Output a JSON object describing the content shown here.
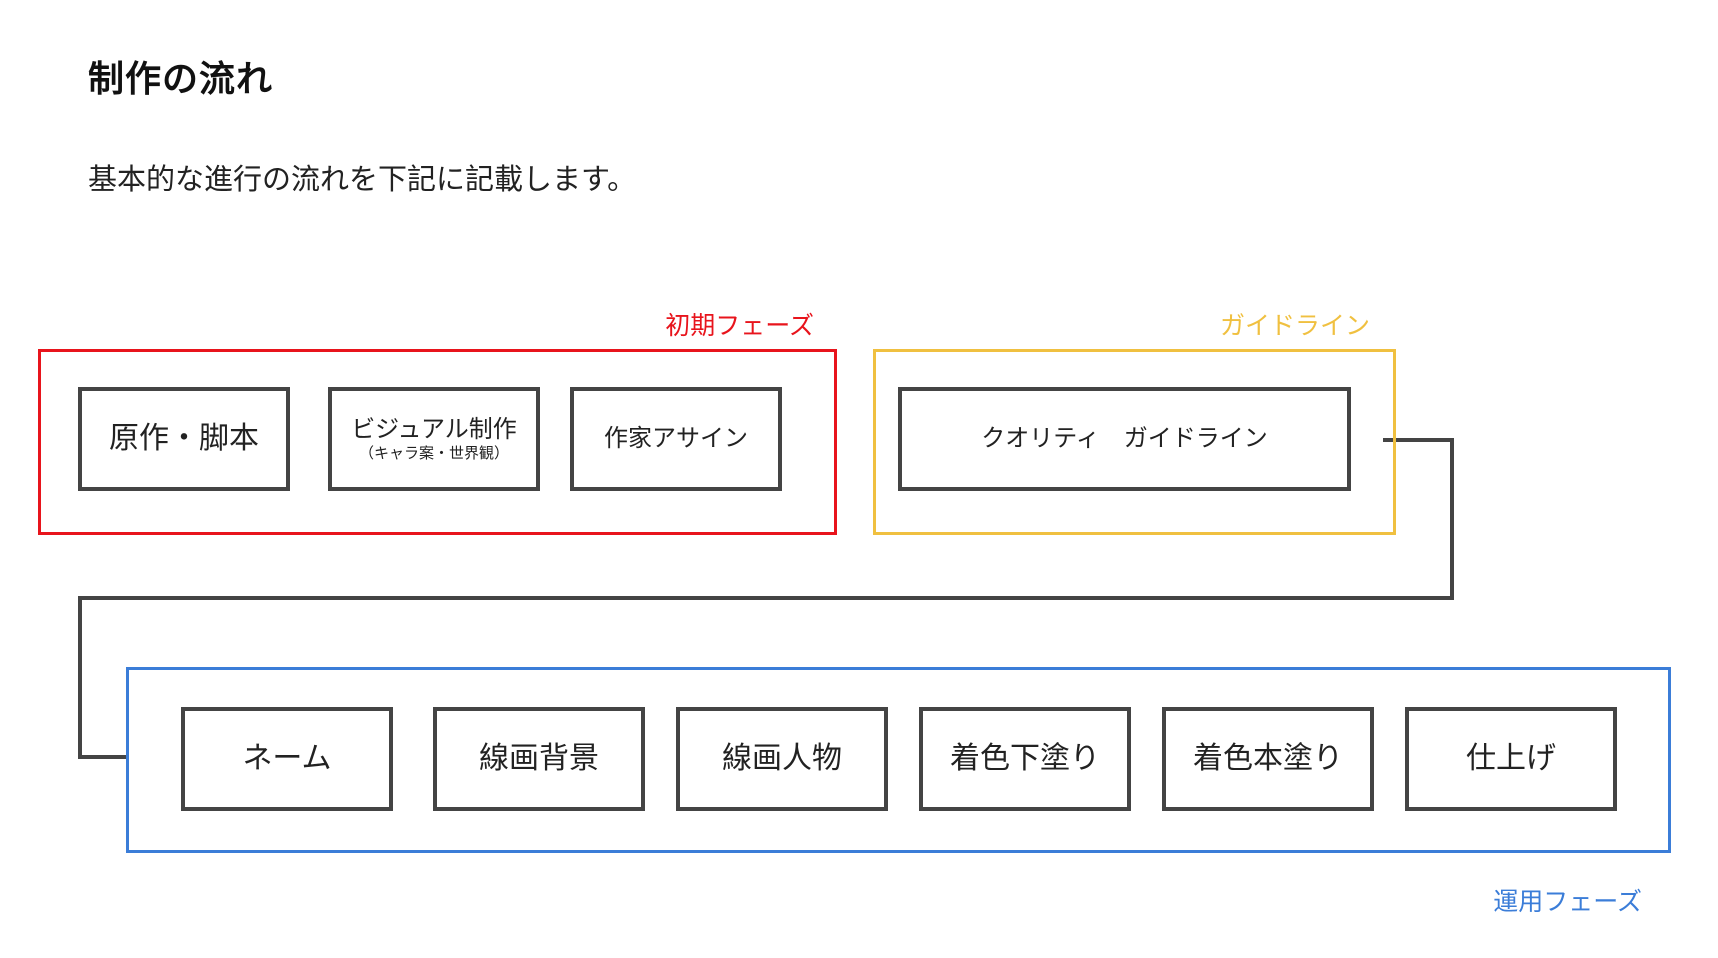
{
  "page": {
    "title": "制作の流れ",
    "intro": "基本的な進行の流れを下記に記載します。"
  },
  "colors": {
    "initial": "#e8141c",
    "guideline": "#f0c040",
    "operation": "#3b7dd8",
    "step_border": "#444444",
    "connector": "#444444"
  },
  "phases": {
    "initial": {
      "label": "初期フェーズ",
      "steps": [
        {
          "label": "原作・脚本"
        },
        {
          "label": "ビジュアル制作",
          "sub": "（キャラ案・世界観）"
        },
        {
          "label": "作家アサイン"
        }
      ]
    },
    "guideline": {
      "label": "ガイドライン",
      "steps": [
        {
          "label": "クオリティ　ガイドライン"
        }
      ]
    },
    "operation": {
      "label": "運用フェーズ",
      "steps": [
        {
          "label": "ネーム"
        },
        {
          "label": "線画背景"
        },
        {
          "label": "線画人物"
        },
        {
          "label": "着色下塗り"
        },
        {
          "label": "着色本塗り"
        },
        {
          "label": "仕上げ"
        }
      ]
    }
  }
}
